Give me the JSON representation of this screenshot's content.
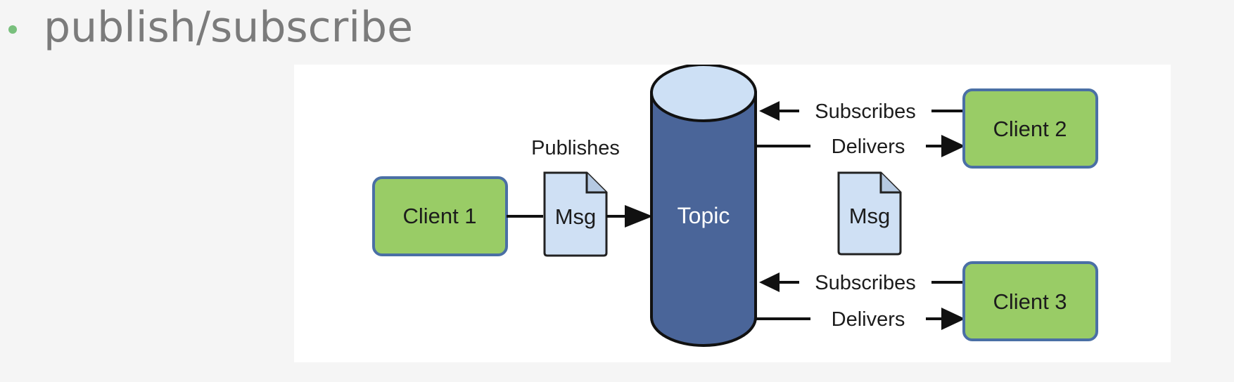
{
  "slide": {
    "bullet_text": "publish/subscribe"
  },
  "diagram": {
    "client1": "Client 1",
    "client2": "Client 2",
    "client3": "Client 3",
    "topic": "Topic",
    "publishes": "Publishes",
    "msg_left": "Msg",
    "msg_right": "Msg",
    "subscribes_top": "Subscribes",
    "delivers_top": "Delivers",
    "subscribes_bottom": "Subscribes",
    "delivers_bottom": "Delivers"
  },
  "colors": {
    "client_fill": "#99cc66",
    "client_border": "#4a6fa5",
    "topic_fill": "#4a6599",
    "topic_top": "#cde0f5",
    "msg_fill": "#cfe0f4",
    "bullet": "#79c07d",
    "bullet_text": "#7b7b7b"
  }
}
